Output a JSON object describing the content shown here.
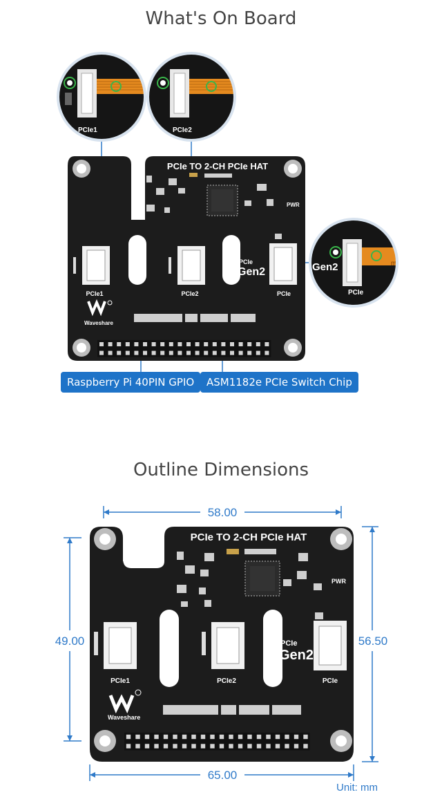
{
  "section1": {
    "title": "What's On Board"
  },
  "section2": {
    "title": "Outline Dimensions"
  },
  "board": {
    "title": "PCIe TO 2-CH PCIe HAT",
    "pwr_label": "PWR",
    "pcie1_label": "PCIe1",
    "pcie2_label": "PCIe2",
    "pcie_label": "PCIe",
    "gen_small": "PCIe",
    "gen_big": "Gen2",
    "brand": "Waveshare"
  },
  "zoom": {
    "pcie1_label": "PCIe1",
    "pcie2_label": "PCIe2",
    "pcie_label": "PCIe",
    "gen_text": "Gen2",
    "cable_text": "mm"
  },
  "callouts": {
    "gpio": "Raspberry Pi 40PIN GPIO",
    "chip": "ASM1182e PCIe Switch Chip"
  },
  "dimensions": {
    "top_width": "58.00",
    "bottom_width": "65.00",
    "left_height": "49.00",
    "right_height": "56.50",
    "unit": "Unit: mm"
  },
  "colors": {
    "board": "#1c1c1c",
    "accent_blue": "#2f7ac9",
    "callout_blue": "#1e73c8",
    "cable_orange": "#e58a1f",
    "marker_green": "#39b54a"
  }
}
